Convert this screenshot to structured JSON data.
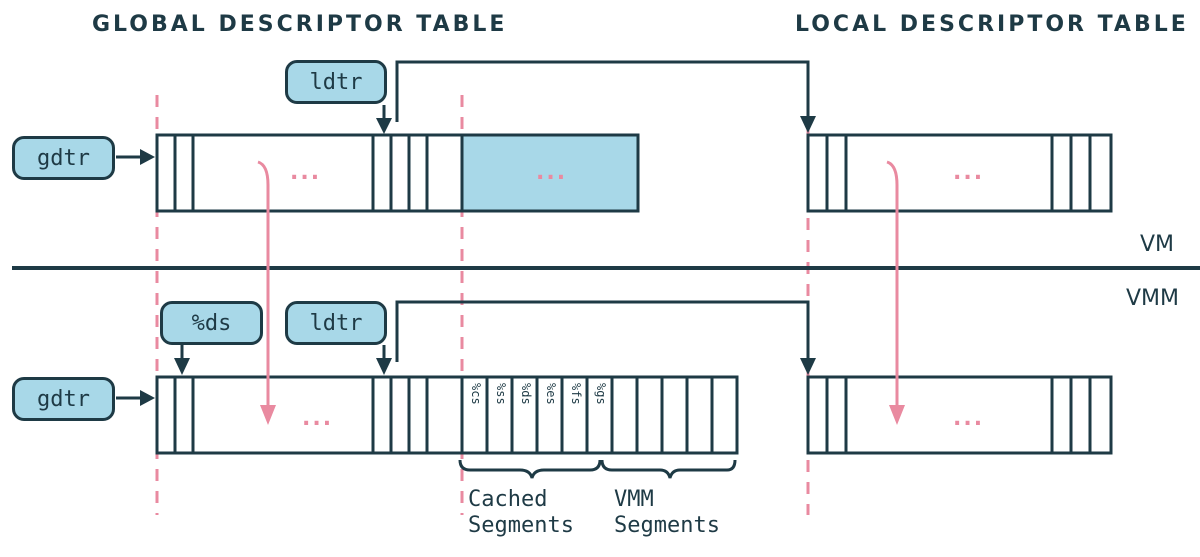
{
  "titles": {
    "gdt": "GLOBAL DESCRIPTOR TABLE",
    "ldt": "LOCAL DESCRIPTOR TABLE"
  },
  "layers": {
    "vm": "VM",
    "vmm": "VMM"
  },
  "registers": {
    "gdtr": "gdtr",
    "ldtr": "ldtr",
    "ds": "%ds"
  },
  "ellipsis": "...",
  "segments": [
    "%cs",
    "%ss",
    "%ds",
    "%es",
    "%fs",
    "%gs"
  ],
  "captions": {
    "cached_line1": "Cached",
    "cached_line2": "Segments",
    "vmm_line1": "VMM",
    "vmm_line2": "Segments"
  },
  "colors": {
    "ink": "#1e3a45",
    "fill": "#a8d8e8",
    "accent": "#e98aa0"
  }
}
